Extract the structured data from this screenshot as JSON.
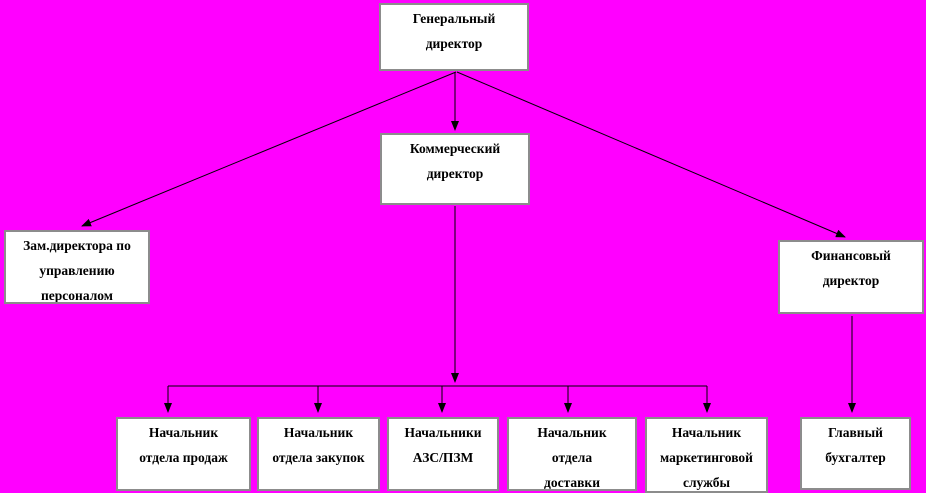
{
  "diagram": {
    "background_color": "#ff00ff",
    "node_fill": "#ffffff",
    "node_border_color": "#8c8c8c",
    "connector_color": "#000000",
    "nodes": {
      "general_director": {
        "label": "Генеральный\nдиректор"
      },
      "commercial_director": {
        "label": "Коммерческий\nдиректор"
      },
      "deputy_director_hr": {
        "label": "Зам.директора по\nуправлению\nперсоналом"
      },
      "financial_director": {
        "label": "Финансовый\nдиректор"
      },
      "head_sales": {
        "label": "Начальник\nотдела продаж"
      },
      "head_purchasing": {
        "label": "Начальник\nотдела закупок"
      },
      "heads_azs": {
        "label": "Начальники\nАЗС/ПЗМ"
      },
      "head_delivery": {
        "label": "Начальник\nотдела\nдоставки"
      },
      "head_marketing": {
        "label": "Начальник\nмаркетинговой\nслужбы"
      },
      "chief_accountant": {
        "label": "Главный\nбухгалтер"
      }
    },
    "edges": [
      {
        "from": "general_director",
        "to": "deputy_director_hr"
      },
      {
        "from": "general_director",
        "to": "commercial_director"
      },
      {
        "from": "general_director",
        "to": "financial_director"
      },
      {
        "from": "commercial_director",
        "to": "head_sales"
      },
      {
        "from": "commercial_director",
        "to": "head_purchasing"
      },
      {
        "from": "commercial_director",
        "to": "heads_azs"
      },
      {
        "from": "commercial_director",
        "to": "head_delivery"
      },
      {
        "from": "commercial_director",
        "to": "head_marketing"
      },
      {
        "from": "financial_director",
        "to": "chief_accountant"
      }
    ]
  }
}
